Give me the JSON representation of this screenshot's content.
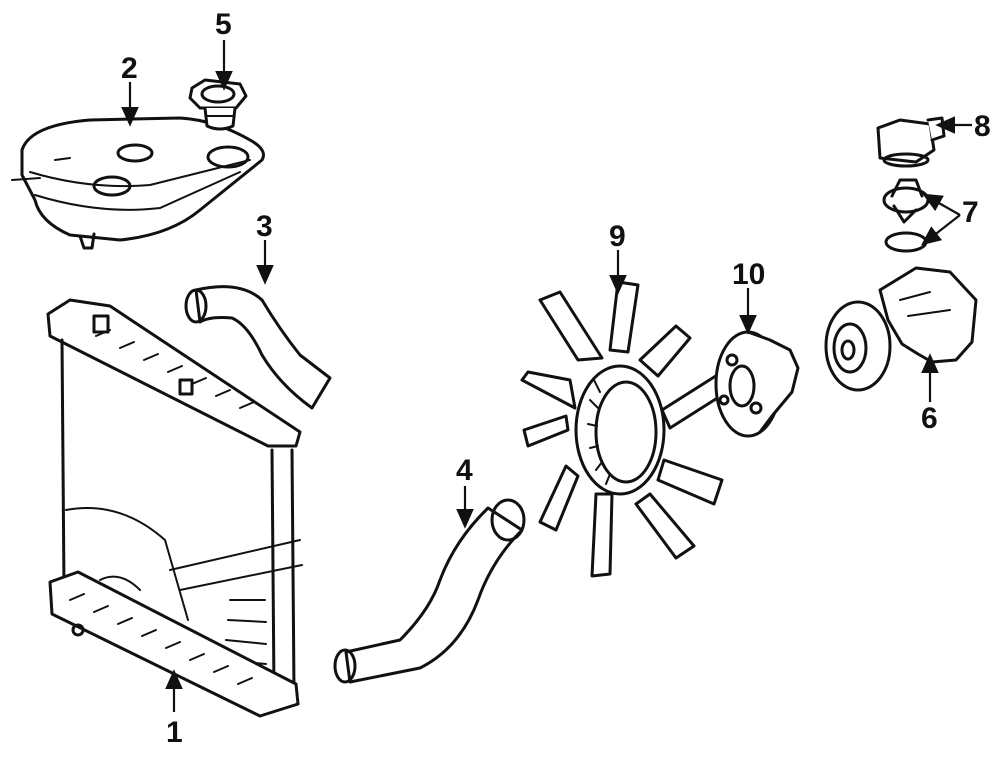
{
  "labels": {
    "radiator": "1",
    "reservoir": "2",
    "upper_hose": "3",
    "lower_hose": "4",
    "reservoir_cap": "5",
    "water_pump": "6",
    "thermostat": "7",
    "thermostat_housing": "8",
    "fan_blade": "9",
    "fan_clutch": "10"
  },
  "colors": {
    "ink": "#111111",
    "background": "#ffffff"
  }
}
